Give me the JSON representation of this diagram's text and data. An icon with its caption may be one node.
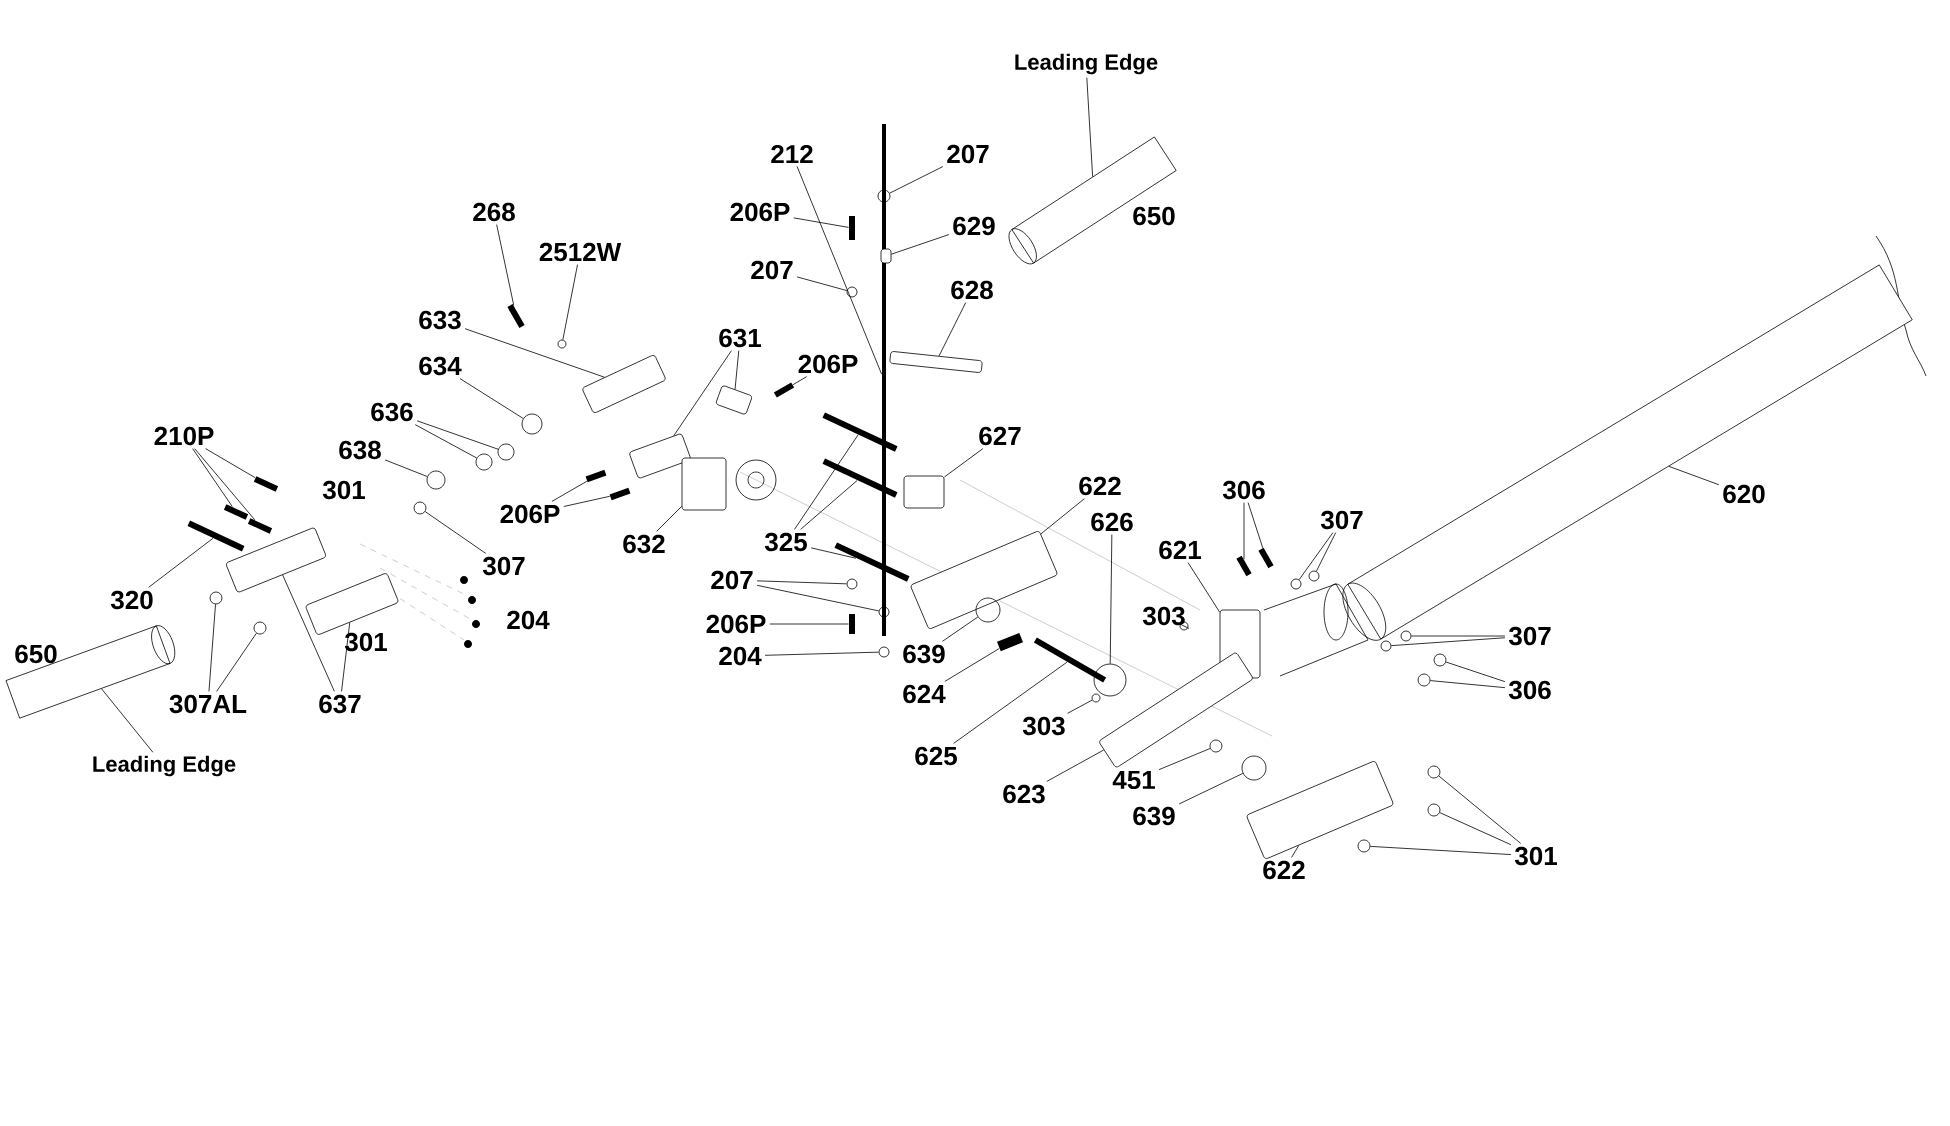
{
  "diagram": {
    "nodes": [
      {
        "text": [
          "Leading Edge"
        ]
      },
      {
        "text": [
          "212"
        ]
      },
      {
        "text": [
          "207"
        ]
      },
      {
        "text": [
          "206P"
        ]
      },
      {
        "text": [
          "629"
        ]
      },
      {
        "text": [
          "207"
        ]
      },
      {
        "text": [
          "628"
        ]
      },
      {
        "text": [
          "268"
        ]
      },
      {
        "text": [
          "2512W"
        ]
      },
      {
        "text": [
          "631"
        ]
      },
      {
        "text": [
          "206P"
        ]
      },
      {
        "text": [
          "633"
        ]
      },
      {
        "text": [
          "634"
        ]
      },
      {
        "text": [
          "636"
        ]
      },
      {
        "text": [
          "638"
        ]
      },
      {
        "text": [
          "210P"
        ]
      },
      {
        "text": [
          "206P"
        ]
      },
      {
        "text": [
          "632"
        ]
      },
      {
        "text": [
          "627"
        ]
      },
      {
        "text": [
          "622"
        ]
      },
      {
        "text": [
          "626"
        ]
      },
      {
        "text": [
          "306"
        ]
      },
      {
        "text": [
          "307"
        ]
      },
      {
        "text": [
          "621"
        ]
      },
      {
        "text": [
          "325"
        ]
      },
      {
        "text": [
          "320"
        ]
      },
      {
        "text": [
          "307"
        ]
      },
      {
        "text": [
          "207"
        ]
      },
      {
        "text": [
          "303"
        ]
      },
      {
        "text": [
          "307"
        ]
      },
      {
        "text": [
          "206P"
        ]
      },
      {
        "text": [
          "204"
        ]
      },
      {
        "text": [
          "639"
        ]
      },
      {
        "text": [
          "306"
        ]
      },
      {
        "text": [
          "637"
        ]
      },
      {
        "text": [
          "307AL"
        ]
      },
      {
        "text": [
          "624"
        ]
      },
      {
        "text": [
          "303"
        ]
      },
      {
        "text": [
          "625"
        ]
      },
      {
        "text": [
          "Leading Edge"
        ]
      },
      {
        "text": [
          "451"
        ]
      },
      {
        "text": [
          "623"
        ]
      },
      {
        "text": [
          "639"
        ]
      },
      {
        "text": [
          "301"
        ]
      },
      {
        "text": [
          "622"
        ]
      },
      {
        "text": [
          "620"
        ]
      },
      {
        "text": [],
        "shape": "cylinder"
      },
      {
        "text": [],
        "shape": "bar"
      },
      {
        "text": [],
        "shape": "circle"
      },
      {
        "text": [],
        "shape": "bar"
      },
      {
        "text": [],
        "shape": "box"
      },
      {
        "text": [],
        "shape": "circle"
      },
      {
        "text": [],
        "shape": "box"
      },
      {
        "text": [],
        "shape": "bar"
      },
      {
        "text": [],
        "shape": "circle"
      },
      {
        "text": [],
        "shape": "box"
      },
      {
        "text": [],
        "shape": "box"
      },
      {
        "text": [],
        "shape": "bar"
      },
      {
        "text": [],
        "shape": "box"
      },
      {
        "text": [],
        "shape": "circle"
      },
      {
        "text": [],
        "shape": "circle"
      },
      {
        "text": [],
        "shape": "circle"
      },
      {
        "text": [],
        "shape": "circle"
      },
      {
        "text": [],
        "shape": "bar"
      },
      {
        "text": [],
        "shape": "bar"
      },
      {
        "text": [],
        "shape": "bar"
      },
      {
        "text": [],
        "shape": "bar"
      },
      {
        "text": [],
        "shape": "bar"
      },
      {
        "text": [],
        "shape": "box"
      },
      {
        "text": [],
        "shape": "box"
      },
      {
        "text": [],
        "shape": "box"
      },
      {
        "text": [],
        "shape": "circle"
      },
      {
        "text": [],
        "shape": "bar"
      },
      {
        "text": [],
        "shape": "bar"
      },
      {
        "text": [],
        "shape": "circle"
      },
      {
        "text": [],
        "shape": "circle"
      },
      {
        "text": [],
        "shape": "box"
      },
      {
        "text": [],
        "shape": "bar"
      },
      {
        "text": [],
        "shape": "bar"
      },
      {
        "text": [],
        "shape": "bar"
      },
      {
        "text": [],
        "shape": "bar"
      },
      {
        "text": [],
        "shape": "circle"
      },
      {
        "text": [],
        "shape": "circle"
      },
      {
        "text": [],
        "shape": "circle"
      },
      {
        "text": [],
        "shape": "circle"
      },
      {
        "text": [],
        "shape": "circle"
      },
      {
        "text": [],
        "shape": "circle"
      },
      {
        "text": [],
        "shape": "bar"
      },
      {
        "text": [],
        "shape": "circle"
      },
      {
        "text": [],
        "shape": "circle"
      },
      {
        "text": [],
        "shape": "circle"
      },
      {
        "text": [],
        "shape": "circle"
      },
      {
        "text": [],
        "shape": "box"
      },
      {
        "text": [],
        "shape": "box"
      },
      {
        "text": [],
        "shape": "circle"
      },
      {
        "text": [],
        "shape": "circle"
      },
      {
        "text": [],
        "shape": "bar"
      },
      {
        "text": [],
        "shape": "circle"
      },
      {
        "text": [],
        "shape": "bar"
      },
      {
        "text": [],
        "shape": "cylinder"
      },
      {
        "text": [],
        "shape": "circle"
      },
      {
        "text": [],
        "shape": "box"
      },
      {
        "text": [],
        "shape": "circle"
      },
      {
        "text": [],
        "shape": "circle"
      },
      {
        "text": [],
        "shape": "circle"
      },
      {
        "text": [],
        "shape": "circle"
      },
      {
        "text": [],
        "shape": "box"
      },
      {
        "text": [],
        "shape": "cylinder"
      }
    ],
    "edges": [
      {
        "from": 0,
        "to": 46,
        "arrow": "none"
      },
      {
        "from": 1,
        "to": 47,
        "arrow": "none"
      },
      {
        "from": 2,
        "to": 48,
        "arrow": "none"
      },
      {
        "from": 3,
        "to": 49,
        "arrow": "none"
      },
      {
        "from": 4,
        "to": 50,
        "arrow": "none"
      },
      {
        "from": 5,
        "to": 51,
        "arrow": "none"
      },
      {
        "from": 6,
        "to": 52,
        "arrow": "none"
      },
      {
        "from": 7,
        "to": 53,
        "arrow": "none"
      },
      {
        "from": 8,
        "to": 54,
        "arrow": "none"
      },
      {
        "from": 9,
        "to": 55,
        "arrow": "none"
      },
      {
        "from": 9,
        "to": 56,
        "arrow": "none"
      },
      {
        "from": 10,
        "to": 57,
        "arrow": "none"
      },
      {
        "from": 11,
        "to": 58,
        "arrow": "none"
      },
      {
        "from": 12,
        "to": 59,
        "arrow": "none"
      },
      {
        "from": 13,
        "to": 60,
        "arrow": "none"
      },
      {
        "from": 13,
        "to": 61,
        "arrow": "none"
      },
      {
        "from": 14,
        "to": 62,
        "arrow": "none"
      },
      {
        "from": 15,
        "to": 63,
        "arrow": "none"
      },
      {
        "from": 15,
        "to": 64,
        "arrow": "none"
      },
      {
        "from": 15,
        "to": 65,
        "arrow": "none"
      },
      {
        "from": 16,
        "to": 66,
        "arrow": "none"
      },
      {
        "from": 16,
        "to": 67,
        "arrow": "none"
      },
      {
        "from": 17,
        "to": 68,
        "arrow": "none"
      },
      {
        "from": 18,
        "to": 69,
        "arrow": "none"
      },
      {
        "from": 19,
        "to": 70,
        "arrow": "none"
      },
      {
        "from": 20,
        "to": 71,
        "arrow": "none"
      },
      {
        "from": 21,
        "to": 72,
        "arrow": "none"
      },
      {
        "from": 21,
        "to": 73,
        "arrow": "none"
      },
      {
        "from": 22,
        "to": 74,
        "arrow": "none"
      },
      {
        "from": 22,
        "to": 75,
        "arrow": "none"
      },
      {
        "from": 23,
        "to": 76,
        "arrow": "none"
      },
      {
        "from": 24,
        "to": 77,
        "arrow": "none"
      },
      {
        "from": 24,
        "to": 78,
        "arrow": "none"
      },
      {
        "from": 24,
        "to": 79,
        "arrow": "none"
      },
      {
        "from": 25,
        "to": 80,
        "arrow": "none"
      },
      {
        "from": 26,
        "to": 81,
        "arrow": "none"
      },
      {
        "from": 27,
        "to": 82,
        "arrow": "none"
      },
      {
        "from": 27,
        "to": 83,
        "arrow": "none"
      },
      {
        "from": 28,
        "to": 84,
        "arrow": "none"
      },
      {
        "from": 29,
        "to": 85,
        "arrow": "none"
      },
      {
        "from": 29,
        "to": 86,
        "arrow": "none"
      },
      {
        "from": 30,
        "to": 87,
        "arrow": "none"
      },
      {
        "from": 31,
        "to": 88,
        "arrow": "none"
      },
      {
        "from": 32,
        "to": 89,
        "arrow": "none"
      },
      {
        "from": 33,
        "to": 90,
        "arrow": "none"
      },
      {
        "from": 33,
        "to": 91,
        "arrow": "none"
      },
      {
        "from": 34,
        "to": 92,
        "arrow": "none"
      },
      {
        "from": 34,
        "to": 93,
        "arrow": "none"
      },
      {
        "from": 35,
        "to": 94,
        "arrow": "none"
      },
      {
        "from": 35,
        "to": 95,
        "arrow": "none"
      },
      {
        "from": 36,
        "to": 96,
        "arrow": "none"
      },
      {
        "from": 37,
        "to": 97,
        "arrow": "none"
      },
      {
        "from": 38,
        "to": 98,
        "arrow": "none"
      },
      {
        "from": 39,
        "to": 99,
        "arrow": "none"
      },
      {
        "from": 40,
        "to": 100,
        "arrow": "none"
      },
      {
        "from": 41,
        "to": 101,
        "arrow": "none"
      },
      {
        "from": 42,
        "to": 102,
        "arrow": "none"
      },
      {
        "from": 43,
        "to": 103,
        "arrow": "none"
      },
      {
        "from": 43,
        "to": 104,
        "arrow": "none"
      },
      {
        "from": 43,
        "to": 105,
        "arrow": "none"
      },
      {
        "from": 44,
        "to": 106,
        "arrow": "none"
      },
      {
        "from": 45,
        "to": 107,
        "arrow": "none"
      }
    ],
    "labels": [
      "650",
      "301",
      "204",
      "301",
      "650"
    ]
  }
}
